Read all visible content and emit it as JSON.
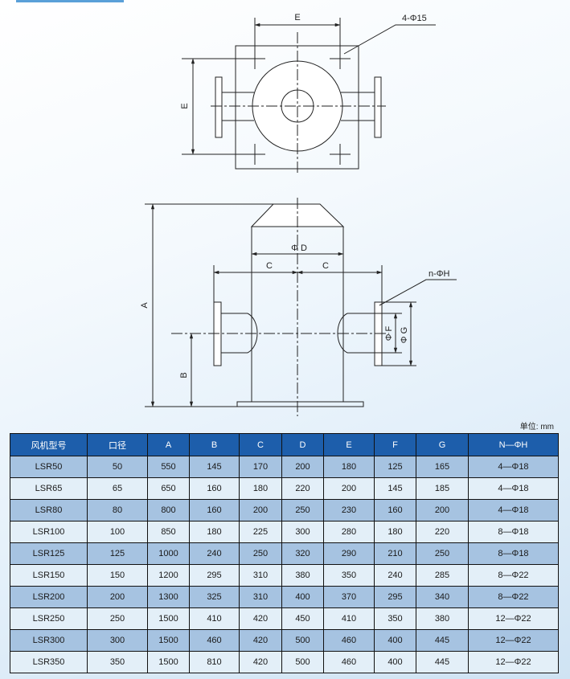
{
  "drawing": {
    "top_view": {
      "dim_e": "E",
      "dim_e_side": "E",
      "hole_callout": "4-Φ15"
    },
    "front_view": {
      "dim_a": "A",
      "dim_b": "B",
      "dim_c_left": "C",
      "dim_c_right": "C",
      "dim_d": "Φ D",
      "dim_f": "Φ F",
      "dim_g": "Φ G",
      "bolt_callout": "n-ΦH"
    }
  },
  "unit_label": "单位: mm",
  "table": {
    "headers": [
      "风机型号",
      "口径",
      "A",
      "B",
      "C",
      "D",
      "E",
      "F",
      "G",
      "N—ΦH"
    ],
    "rows": [
      [
        "LSR50",
        "50",
        "550",
        "145",
        "170",
        "200",
        "180",
        "125",
        "165",
        "4—Φ18"
      ],
      [
        "LSR65",
        "65",
        "650",
        "160",
        "180",
        "220",
        "200",
        "145",
        "185",
        "4—Φ18"
      ],
      [
        "LSR80",
        "80",
        "800",
        "160",
        "200",
        "250",
        "230",
        "160",
        "200",
        "4—Φ18"
      ],
      [
        "LSR100",
        "100",
        "850",
        "180",
        "225",
        "300",
        "280",
        "180",
        "220",
        "8—Φ18"
      ],
      [
        "LSR125",
        "125",
        "1000",
        "240",
        "250",
        "320",
        "290",
        "210",
        "250",
        "8—Φ18"
      ],
      [
        "LSR150",
        "150",
        "1200",
        "295",
        "310",
        "380",
        "350",
        "240",
        "285",
        "8—Φ22"
      ],
      [
        "LSR200",
        "200",
        "1300",
        "325",
        "310",
        "400",
        "370",
        "295",
        "340",
        "8—Φ22"
      ],
      [
        "LSR250",
        "250",
        "1500",
        "410",
        "420",
        "450",
        "410",
        "350",
        "380",
        "12—Φ22"
      ],
      [
        "LSR300",
        "300",
        "1500",
        "460",
        "420",
        "500",
        "460",
        "400",
        "445",
        "12—Φ22"
      ],
      [
        "LSR350",
        "350",
        "1500",
        "810",
        "420",
        "500",
        "460",
        "400",
        "445",
        "12—Φ22"
      ]
    ]
  }
}
